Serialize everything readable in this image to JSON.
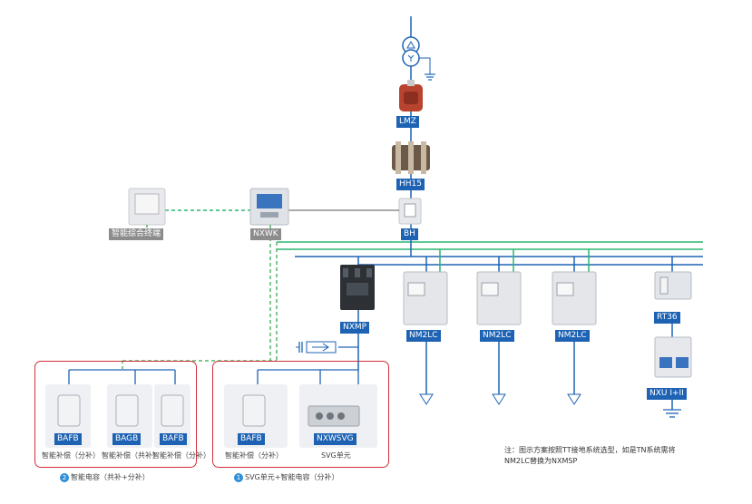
{
  "colors": {
    "bus_blue": "#1e63b3",
    "bus_green": "#2bb673",
    "dashed_green": "#55b56a",
    "group_red": "#d0303a",
    "tag_grey": "#8c8c8c"
  },
  "components": {
    "current_transformer": "LMZ",
    "disconnector": "HH15",
    "meter": "BH",
    "integrated_screen": "智能综合终端",
    "controller": "NXWK",
    "mccb": "NXMP",
    "motor_ctrl_1": "NM2LC",
    "motor_ctrl_2": "NM2LC",
    "motor_ctrl_3": "NM2LC",
    "fuse": "RT36",
    "spd": "NXU I+II",
    "svg_unit": "NXWSVG",
    "svg_unit_desc": "SVG单元",
    "cap_a": "BAFB",
    "cap_a_desc": "智能补偿（分补）",
    "cap_b": "BAGB",
    "cap_b_desc": "智能补偿（共补）",
    "cap_c": "BAFB",
    "cap_c_desc": "智能补偿（分补）"
  },
  "groups": {
    "g1_num": "1",
    "g1_caption": "SVG单元+智能电容（分补）",
    "g2_num": "2",
    "g2_caption": "智能电容（共补+分补）"
  },
  "note": {
    "line1": "注：图示方案按照TT接地系统选型，如是TN系统需将",
    "line2": "NM2LC替换为NXMSP"
  }
}
